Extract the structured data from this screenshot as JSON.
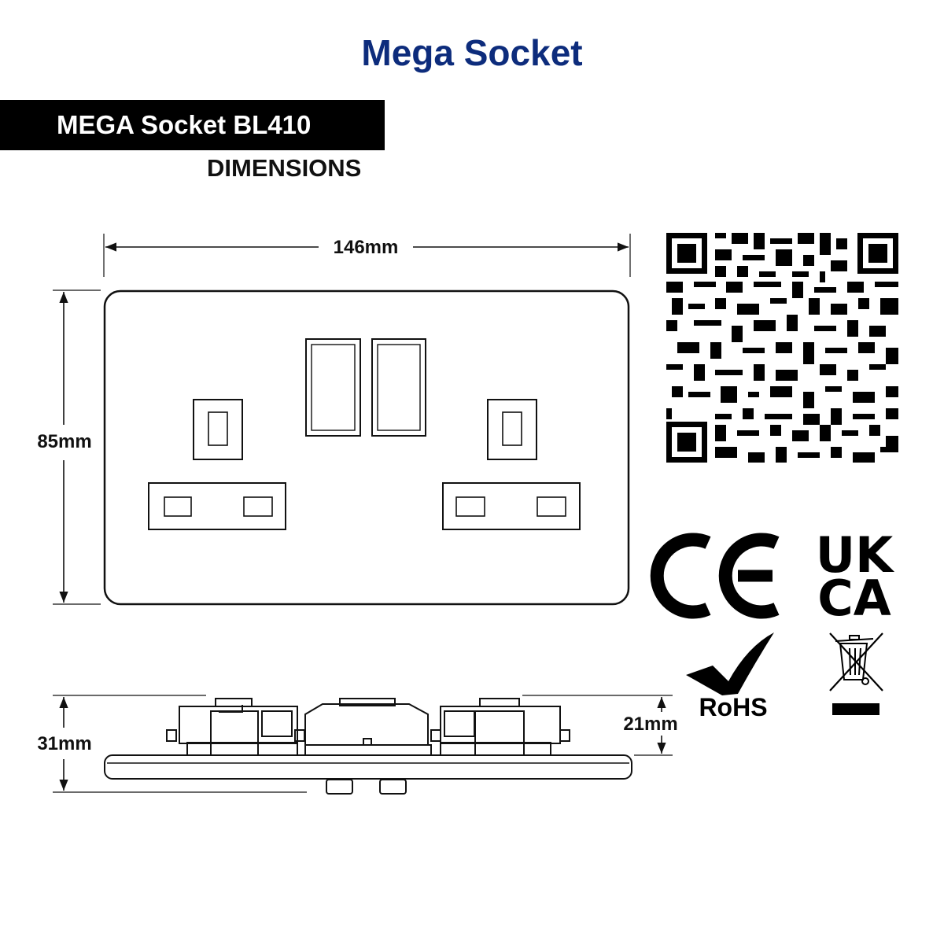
{
  "header": {
    "title": "Mega Socket",
    "title_color": "#0d2c7c",
    "model": "MEGA Socket BL410",
    "section": "DIMENSIONS"
  },
  "dimensions": {
    "width": "146mm",
    "height": "85mm",
    "depth_total": "31mm",
    "depth_back": "21mm"
  },
  "certifications": {
    "ce": "CE",
    "ukca_line1": "UK",
    "ukca_line2": "CA",
    "rohs": "RoHS"
  },
  "icons": [
    "qr-code-icon",
    "ce-mark-icon",
    "ukca-mark-icon",
    "rohs-checkmark-icon",
    "weee-bin-icon"
  ]
}
